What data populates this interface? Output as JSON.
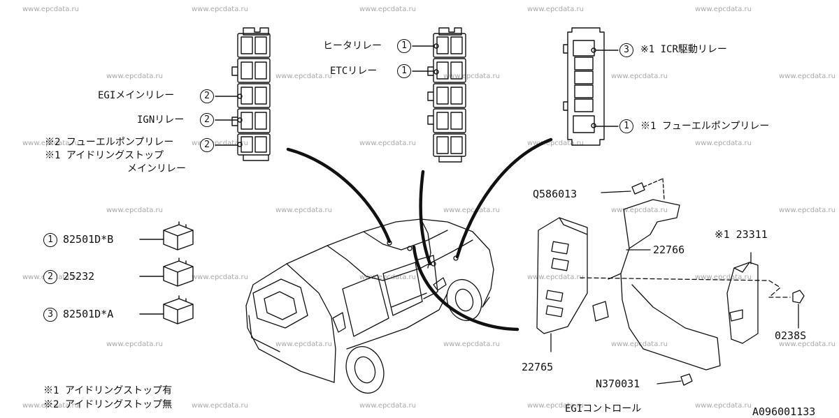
{
  "watermark": "www.epcdata.ru",
  "diagram_code": "A096001133",
  "center_title": "EGIコントロール",
  "labels": {
    "egi_main_relay": "EGIメインリレー",
    "ign_relay": "IGNリレー",
    "note2_fuel_pump_relay": "※2 フューエルポンプリレー",
    "note1_idling_stop": "※1 アイドリングストップ",
    "main_relay": "メインリレー",
    "heater_relay": "ヒータリレー",
    "etc_relay": "ETCリレー",
    "note1_icr_relay": "※1 ICR駆動リレー",
    "note1_fuel_pump_relay": "※1 フューエルポンプリレー"
  },
  "callouts": {
    "one": "1",
    "two": "2",
    "three": "3"
  },
  "legend": [
    {
      "num": "1",
      "part": "82501D*B"
    },
    {
      "num": "2",
      "part": "25232"
    },
    {
      "num": "3",
      "part": "82501D*A"
    }
  ],
  "parts": {
    "bolt": "Q586013",
    "bracket": "22766",
    "ecu_note": "※1 23311",
    "nut": "0238S",
    "ecm": "22765",
    "clip": "N370031"
  },
  "footnotes": {
    "note1": "※1  アイドリングストップ有",
    "note2": "※2  アイドリングストップ無"
  }
}
